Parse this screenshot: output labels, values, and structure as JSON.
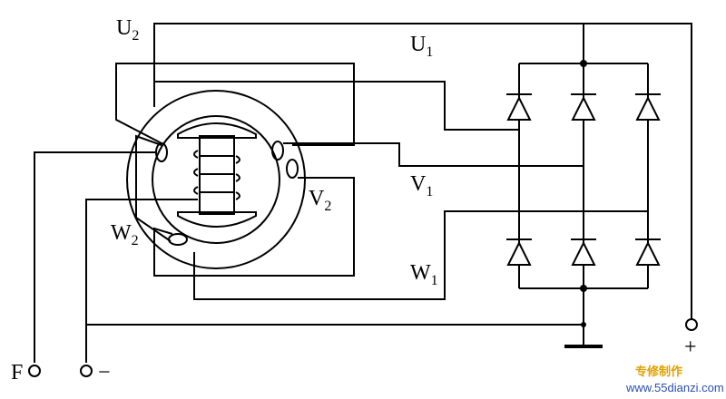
{
  "labels": {
    "u2": {
      "main": "U",
      "sub": "2"
    },
    "u1": {
      "main": "U",
      "sub": "1"
    },
    "v1": {
      "main": "V",
      "sub": "1"
    },
    "v2": {
      "main": "V",
      "sub": "2"
    },
    "w2": {
      "main": "W",
      "sub": "2"
    },
    "w1": {
      "main": "W",
      "sub": "1"
    },
    "f_terminal": "F",
    "minus_terminal": "−",
    "plus_terminal": "+"
  },
  "watermark": {
    "chinese": "专修制作",
    "url": "www.55dianzi.com"
  },
  "colors": {
    "line": "#000000",
    "background": "#ffffff",
    "watermark_cn": "#e0a000",
    "watermark_url": "#2a4fb5"
  }
}
